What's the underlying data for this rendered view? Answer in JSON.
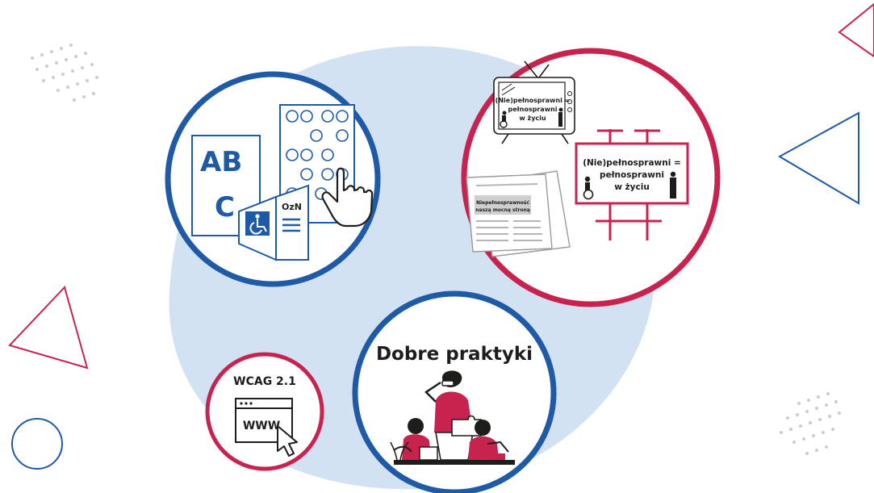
{
  "colors": {
    "blue": "#1f5aa6",
    "red": "#c8234f",
    "light_blue": "#d3e2f2",
    "ink": "#1d1d1b",
    "grey": "#9a9a9a"
  },
  "icons": {
    "abc_document": "document-icon",
    "braille_card": "braille-card-icon",
    "hand_pointer": "hand-pointer-icon",
    "wheelchair": "wheelchair-icon",
    "leaflet": "leaflet-icon",
    "tv": "tv-icon",
    "newspaper": "newspaper-icon",
    "billboard": "billboard-icon",
    "browser": "browser-window-icon",
    "cursor": "cursor-icon",
    "people": "people-illustration-icon"
  },
  "materials": {
    "abc_line1": "AB",
    "abc_line2": "C",
    "leaflet_label": "OzN"
  },
  "media": {
    "tv_line1": "(Nie)pełnosprawni =",
    "tv_line2": "pełnosprawni",
    "tv_line3": "w życiu",
    "billboard_line1": "(Nie)pełnosprawni =",
    "billboard_line2": "pełnosprawni",
    "billboard_line3": "w życiu",
    "newspaper_line1": "Niepełnosprawność",
    "newspaper_line2": "naszą mocną stroną"
  },
  "web": {
    "title": "WCAG 2.1",
    "url_label": "WWW"
  },
  "practices": {
    "title": "Dobre praktyki"
  }
}
